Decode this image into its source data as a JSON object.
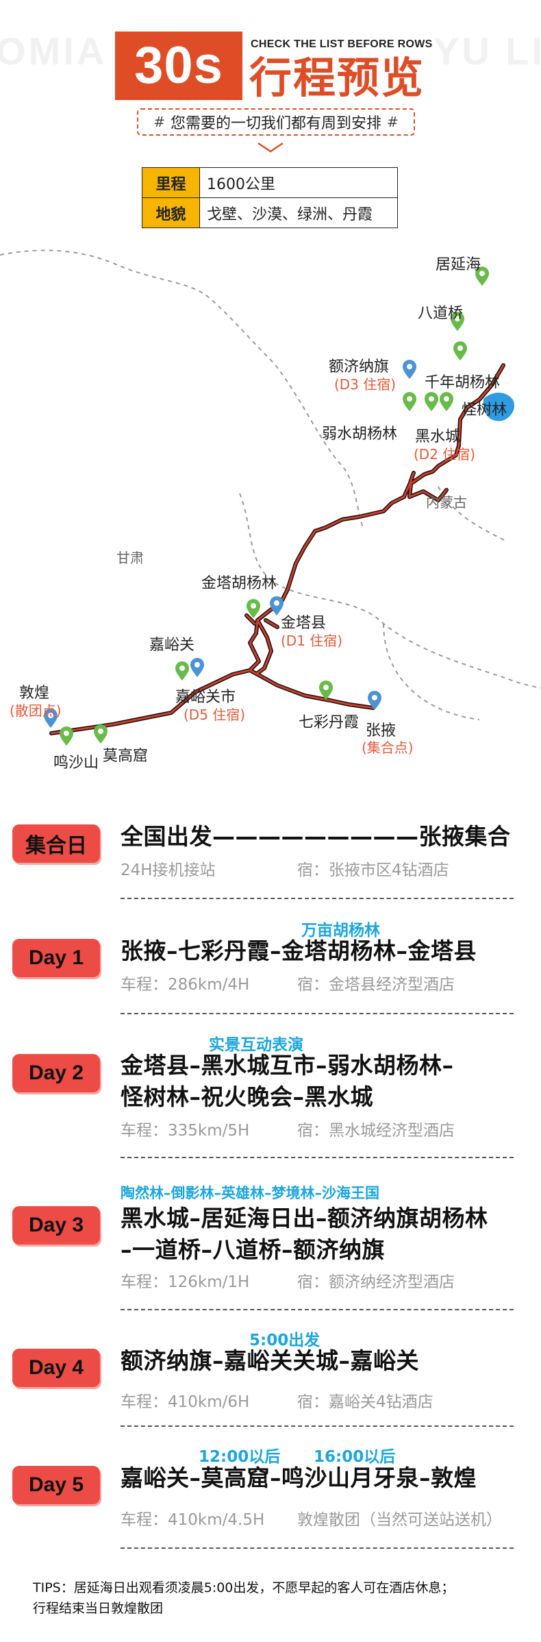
{
  "header": {
    "bg_left": "OMIA",
    "bg_right": "YU LI",
    "badge": "30s",
    "title_en": "CHECK THE LIST BEFORE ROWS",
    "title_cn": "行程预览",
    "subtitle": "您需要的一切我们都有周到安排",
    "hash": "#"
  },
  "info": [
    {
      "key": "里程",
      "value": "1600公里"
    },
    {
      "key": "地貌",
      "value": "戈壁、沙漠、绿洲、丹霞"
    }
  ],
  "map": {
    "regions": {
      "gansu": "甘肃",
      "neimenggu": "内蒙古"
    },
    "places": {
      "juyanhai": "居延海",
      "badaoqiao": "八道桥",
      "ejinaqi": "额济纳旗",
      "ejinaqi_note": "(D3 住宿)",
      "qiannian": "千年胡杨林",
      "guaishulin": "怪树林",
      "ruoshui": "弱水胡杨林",
      "heishuicheng": "黑水城",
      "heishuicheng_note": "(D2 住宿)",
      "jinta_huyang": "金塔胡杨林",
      "jinta": "金塔县",
      "jinta_note": "(D1 住宿)",
      "jiayuguan": "嘉峪关",
      "jiayuguan_city": "嘉峪关市",
      "jiayuguan_city_note": "(D5 住宿)",
      "qicai": "七彩丹霞",
      "zhangye": "张掖",
      "zhangye_note": "(集合点)",
      "dunhuang": "敦煌",
      "dunhuang_note": "(散团点)",
      "mingsha": "鸣沙山",
      "mogao": "莫高窟"
    },
    "colors": {
      "route": "#cf3e2a",
      "pin_green": "#67bb48",
      "pin_blue": "#4a93d6",
      "label_red": "#e35a3b",
      "lake": "#2f9be3"
    }
  },
  "days": [
    {
      "label": "集合日",
      "main": [
        "全国出发—————————张掖集合"
      ],
      "note": "",
      "distance": "24H接机接站",
      "stay": "宿：张掖市区4钻酒店"
    },
    {
      "label": "Day 1",
      "main": [
        "张掖–七彩丹霞–金塔胡杨林–金塔县"
      ],
      "note": "万亩胡杨林",
      "distance": "车程：286km/4H",
      "stay": "宿：金塔县经济型酒店"
    },
    {
      "label": "Day 2",
      "main": [
        "金塔县–黑水城互市–弱水胡杨林–",
        "怪树林–祝火晚会–黑水城"
      ],
      "note": "实景互动表演",
      "distance": "车程：335km/5H",
      "stay": "宿：黑水城经济型酒店"
    },
    {
      "label": "Day 3",
      "main": [
        "黑水城–居延海日出–额济纳旗胡杨林",
        "–一道桥–八道桥–额济纳旗"
      ],
      "note": "陶然林–倒影林–英雄林–梦境林–沙海王国",
      "distance": "车程：126km/1H",
      "stay": "宿：额济纳经济型酒店"
    },
    {
      "label": "Day 4",
      "main": [
        "额济纳旗–嘉峪关关城–嘉峪关"
      ],
      "note": "5:00出发",
      "distance": "车程：410km/6H",
      "stay": "宿：嘉峪关4钻酒店"
    },
    {
      "label": "Day 5",
      "main": [
        "嘉峪关–莫高窟–鸣沙山月牙泉–敦煌"
      ],
      "note": "12:00以后",
      "note2": "16:00以后",
      "distance": "车程：410km/4.5H",
      "stay": "敦煌散团（当然可送站送机）"
    }
  ],
  "tips": [
    "TIPS：居延海日出观看须凌晨5:00出发，不愿早起的客人可在酒店休息；",
    "行程结束当日敦煌散团"
  ]
}
